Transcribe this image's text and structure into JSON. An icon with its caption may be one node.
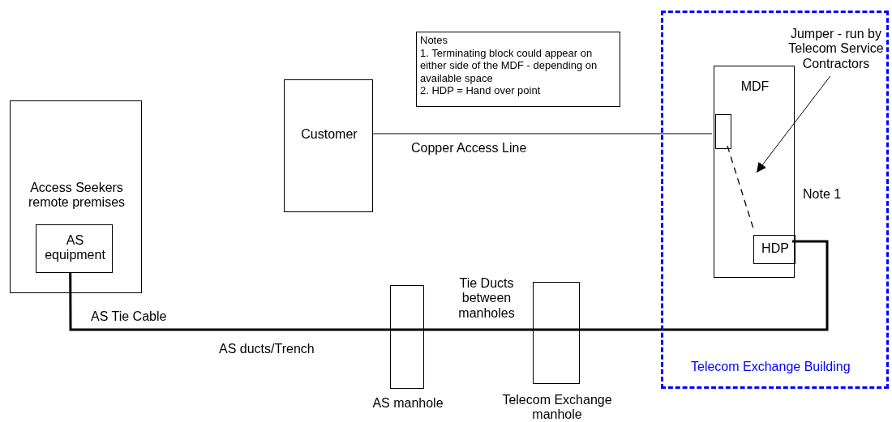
{
  "diagram": {
    "nodes": [
      {
        "text": [
          "Access Seekers remote premises"
        ]
      },
      {
        "text": [
          "AS equipment"
        ],
        "in": 0
      },
      {
        "text": [
          "Customer"
        ]
      },
      {
        "text": [
          "Notes",
          "1. Terminating block could appear on either side of the MDF - depending on available space",
          "2. HDP = Hand over point"
        ]
      },
      {
        "text": [
          "Telecom Exchange Building"
        ]
      },
      {
        "text": [
          "MDF"
        ],
        "in": 4
      },
      {
        "text": [],
        "shape": "box",
        "in": 5
      },
      {
        "text": [
          "HDP"
        ],
        "in": 5
      },
      {
        "text": [
          "Jumper - run by Telecom Service Contractors"
        ],
        "in": 4
      },
      {
        "text": [],
        "shape": "box",
        "beside": [
          "AS manhole"
        ]
      },
      {
        "text": [],
        "shape": "box",
        "beside": [
          "Telecom Exchange manhole"
        ]
      }
    ],
    "edges": [
      {
        "from": 2,
        "to": 6,
        "arrow": "none",
        "label": "Copper Access Line"
      },
      {
        "from": 6,
        "to": 7,
        "arrow": "none",
        "style": "dashed"
      },
      {
        "from": 8,
        "to": null,
        "arrow": "to"
      },
      {
        "from": 1,
        "to": 9,
        "arrow": "none",
        "style": "thick",
        "label": "AS Tie Cable"
      },
      {
        "from": 9,
        "to": 10,
        "arrow": "none",
        "style": "thick"
      },
      {
        "from": 10,
        "to": 7,
        "arrow": "none",
        "style": "thick"
      }
    ],
    "labels": [
      "Note 1",
      "AS ducts/Trench",
      "Tie Ducts between manholes"
    ]
  }
}
